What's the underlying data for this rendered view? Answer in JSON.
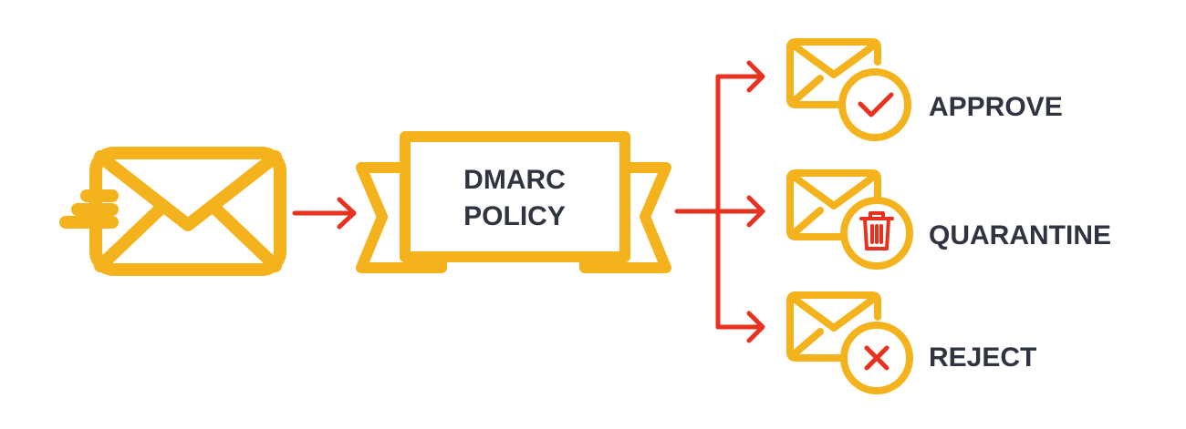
{
  "diagram": {
    "policy_box": {
      "line1": "DMARC",
      "line2": "POLICY"
    },
    "outcomes": [
      {
        "label": "APPROVE",
        "icon": "check-badge-icon"
      },
      {
        "label": "QUARANTINE",
        "icon": "trash-badge-icon"
      },
      {
        "label": "REJECT",
        "icon": "x-badge-icon"
      }
    ]
  },
  "colors": {
    "envelope": "#F4B31C",
    "arrow": "#E8311F",
    "text": "#2F3440",
    "background": "#FFFFFF"
  }
}
